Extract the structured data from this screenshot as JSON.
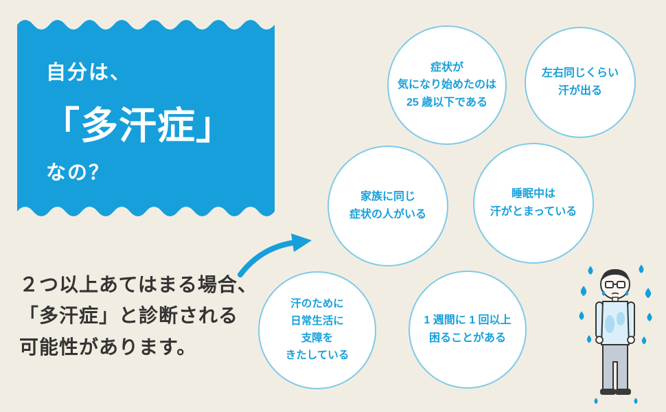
{
  "page": {
    "background_color": "#f2ede2",
    "accent_color": "#169fdb",
    "circle_border_color": "#7ecae9",
    "text_color": "#333333"
  },
  "banner": {
    "line1": "自分は、",
    "title": "「多汗症」",
    "line3": "なの？"
  },
  "circles": [
    {
      "text": "症状が\n気になり始めたのは\n25 歳以下である"
    },
    {
      "text": "左右同じくらい\n汗が出る"
    },
    {
      "text": "家族に同じ\n症状の人がいる"
    },
    {
      "text": "睡眠中は\n汗がとまっている"
    },
    {
      "text": "汗のために\n日常生活に\n支障を\nきたしている"
    },
    {
      "text": "1 週間に 1 回以上\n困ることがある"
    }
  ],
  "note": {
    "text": "２つ以上あてはまる場合、\n「多汗症」と診断される\n可能性があります。"
  },
  "icons": {
    "arrow": "curved-arrow",
    "man": "sweating-man"
  }
}
